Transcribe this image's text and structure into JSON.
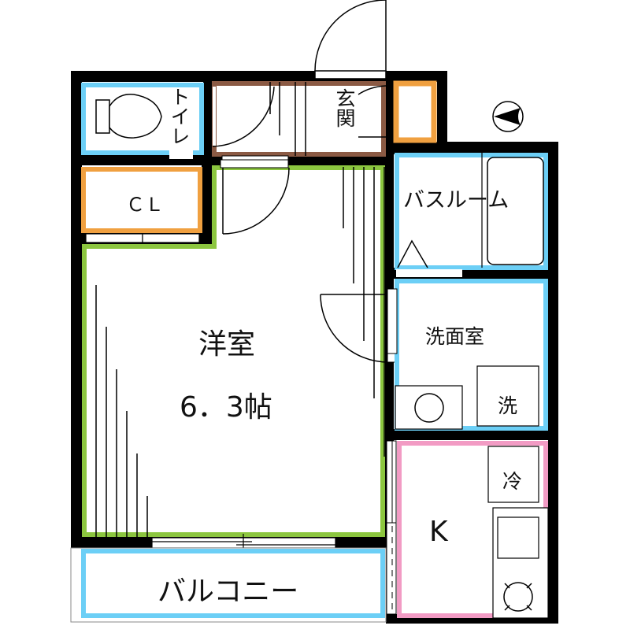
{
  "floorplan": {
    "colors": {
      "wall": "#000000",
      "room_main": "#8cc63f",
      "wet_area": "#6ccff6",
      "storage": "#f0a040",
      "entrance": "#8b5a44",
      "kitchen": "#f29bc4"
    },
    "rooms": {
      "western_room": {
        "name": "洋室",
        "size": "6．3帖"
      },
      "toilet": {
        "name": "トイレ"
      },
      "closet": {
        "name": "ＣＬ"
      },
      "entrance": {
        "name": "玄関"
      },
      "bathroom": {
        "name": "バスルーム"
      },
      "washroom": {
        "name": "洗面室"
      },
      "washer": {
        "name": "洗"
      },
      "kitchen": {
        "name": "K"
      },
      "refrigerator": {
        "name": "冷"
      },
      "balcony": {
        "name": "バルコニー"
      }
    },
    "compass": {
      "direction": "west"
    }
  }
}
